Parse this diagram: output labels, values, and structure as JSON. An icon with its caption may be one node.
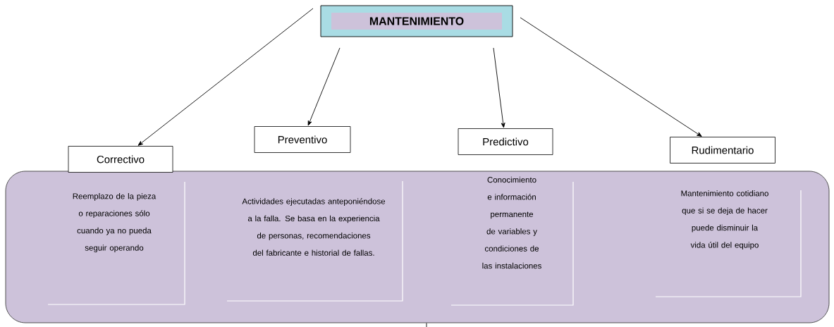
{
  "diagram": {
    "nodes": [
      {
        "text": [
          "MANTENIMIENTO"
        ]
      },
      {
        "text": [
          "Correctivo"
        ]
      },
      {
        "text": [
          "Preventivo"
        ]
      },
      {
        "text": [
          "Predictivo"
        ]
      },
      {
        "text": [
          "Rudimentario"
        ]
      },
      {
        "text": [],
        "shape": "box"
      },
      {
        "text": [
          "Reemplazo de la pieza o reparaciones sólo cuando ya no pueda seguir operando"
        ],
        "in": 5
      },
      {
        "text": [
          "Actividades ejecutadas anteponiéndose a la falla. Se basa en la experiencia de personas, recomendaciones del fabricante e historial de fallas."
        ],
        "in": 5
      },
      {
        "text": [
          "Conocimiento e información permanente de variables y condiciones de las instalaciones"
        ],
        "in": 5
      },
      {
        "text": [
          "Mantenimiento cotidiano que si se deja de hacer puede disminuir la vida útil del equipo"
        ],
        "in": 5
      }
    ],
    "edges": [
      {
        "from": 0,
        "to": 1,
        "arrow": "to"
      },
      {
        "from": 0,
        "to": 2,
        "arrow": "to"
      },
      {
        "from": 0,
        "to": 3,
        "arrow": "to"
      },
      {
        "from": 0,
        "to": 4,
        "arrow": "to"
      },
      {
        "from": 5,
        "to": null,
        "arrow": "none"
      }
    ]
  }
}
